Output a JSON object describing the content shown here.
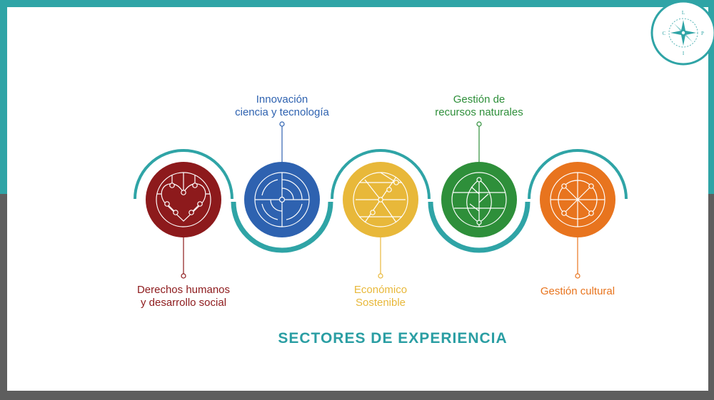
{
  "slide": {
    "title": "SECTORES DE EXPERIENCIA",
    "logo_letters": [
      "L",
      "P",
      "I",
      "C"
    ]
  },
  "sectors": [
    {
      "id": "derechos",
      "line1": "Derechos humanos",
      "line2": "y desarrollo social",
      "color": "#8d1a1c",
      "icon": "heart-circuit-icon"
    },
    {
      "id": "innovacion",
      "line1": "Innovación",
      "line2": "ciencia y tecnología",
      "color": "#2e62b0",
      "icon": "target-circuit-icon"
    },
    {
      "id": "economico",
      "line1": "Económico",
      "line2": "Sostenible",
      "color": "#e8b83a",
      "icon": "geometric-network-icon"
    },
    {
      "id": "recursos",
      "line1": "Gestión de",
      "line2": "recursos naturales",
      "color": "#2e8f3a",
      "icon": "leaf-icon"
    },
    {
      "id": "cultural",
      "line1": "Gestión cultural",
      "line2": "",
      "color": "#e8741e",
      "icon": "wheel-icon"
    }
  ],
  "colors": {
    "teal": "#2fa4a6",
    "grey": "#5e5e5e",
    "white": "#ffffff"
  }
}
